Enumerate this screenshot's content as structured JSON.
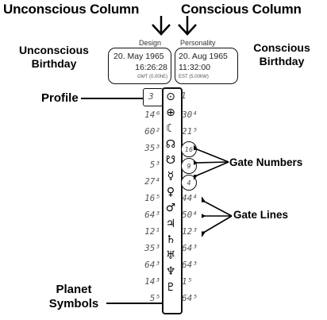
{
  "headers": {
    "unconscious_column": "Unconscious Column",
    "conscious_column": "Conscious Column"
  },
  "side_labels": {
    "unconscious_birthday_line1": "Unconscious",
    "unconscious_birthday_line2": "Birthday",
    "conscious_birthday_line1": "Conscious",
    "conscious_birthday_line2": "Birthday",
    "profile": "Profile",
    "gate_numbers": "Gate Numbers",
    "gate_lines": "Gate Lines",
    "planet_symbols_line1": "Planet",
    "planet_symbols_line2": "Symbols"
  },
  "design_box": {
    "title": "Design",
    "date": "20. May 1965",
    "time": "16:26:28",
    "tz": "GMT (0.00hE)"
  },
  "personality_box": {
    "title": "Personality",
    "date": "20. Aug 1965",
    "time": "11:32:00",
    "tz": "EST (5.00hW)"
  },
  "profile_row": {
    "left": "3",
    "right": "1"
  },
  "planet_rows": [
    {
      "symbol": "⊙",
      "left": "",
      "right": ""
    },
    {
      "symbol": "⊕",
      "left": "14⁶",
      "right": "30⁴"
    },
    {
      "symbol": "☾",
      "left": "60²",
      "right": "21⁵"
    },
    {
      "symbol": "☊",
      "left": "35³",
      "right": ""
    },
    {
      "symbol": "☋",
      "left": "5³",
      "right": ""
    },
    {
      "symbol": "☿",
      "left": "27⁴",
      "right": ""
    },
    {
      "symbol": "♀",
      "left": "16⁵",
      "right": "44⁴"
    },
    {
      "symbol": "♂",
      "left": "64³",
      "right": "50⁴"
    },
    {
      "symbol": "♃",
      "left": "12¹",
      "right": "12³"
    },
    {
      "symbol": "♄",
      "left": "35³",
      "right": "64³"
    },
    {
      "symbol": "♅",
      "left": "64³",
      "right": "64³"
    },
    {
      "symbol": "♆",
      "left": "14³",
      "right": "1⁵"
    },
    {
      "symbol": "♇",
      "left": "5⁵",
      "right": "64⁵"
    }
  ],
  "gate_number_circles": [
    "16",
    "9",
    "4"
  ]
}
